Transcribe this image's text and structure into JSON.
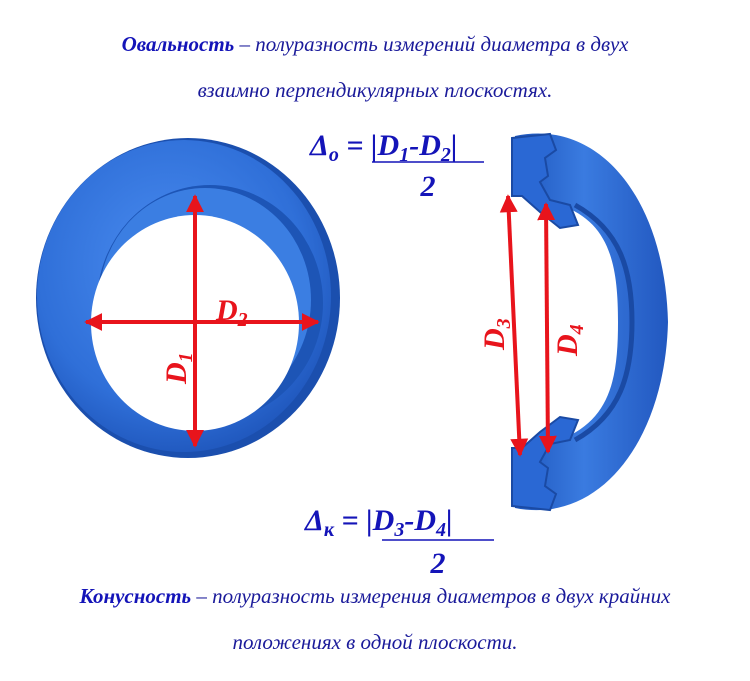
{
  "ovality": {
    "term": "Овальность",
    "dash": " – ",
    "text_line1": "полуразность  измерений диаметра в двух",
    "text_line2": "взаимно перпендикулярных плоскостях."
  },
  "taper": {
    "term": "Конусность",
    "dash": " – ",
    "text_line1": "полуразность измерения диаметров в двух крайних",
    "text_line2": "положениях в одной плоскости."
  },
  "formula_ovality": {
    "delta": "Δ",
    "sub": "о",
    "eq": " = ",
    "bar_open": "|",
    "d_a": "D",
    "d_a_sub": "1",
    "minus": "-",
    "d_b": "D",
    "d_b_sub": "2",
    "bar_close": "|",
    "denominator": "2"
  },
  "formula_taper": {
    "delta": "Δ",
    "sub": "к",
    "eq": " = ",
    "bar_open": "|",
    "d_a": "D",
    "d_a_sub": "3",
    "minus": "-",
    "d_b": "D",
    "d_b_sub": "4",
    "bar_close": "|",
    "denominator": "2"
  },
  "labels": {
    "d1": "D",
    "d1_sub": "1",
    "d2": "D",
    "d2_sub": "2",
    "d3": "D",
    "d3_sub": "3",
    "d4": "D",
    "d4_sub": "4"
  },
  "colors": {
    "part_blue": "#2f6fd8",
    "part_dark": "#1a4fb0",
    "arrow_red": "#e8141c",
    "text_blue": "#1414b8"
  }
}
